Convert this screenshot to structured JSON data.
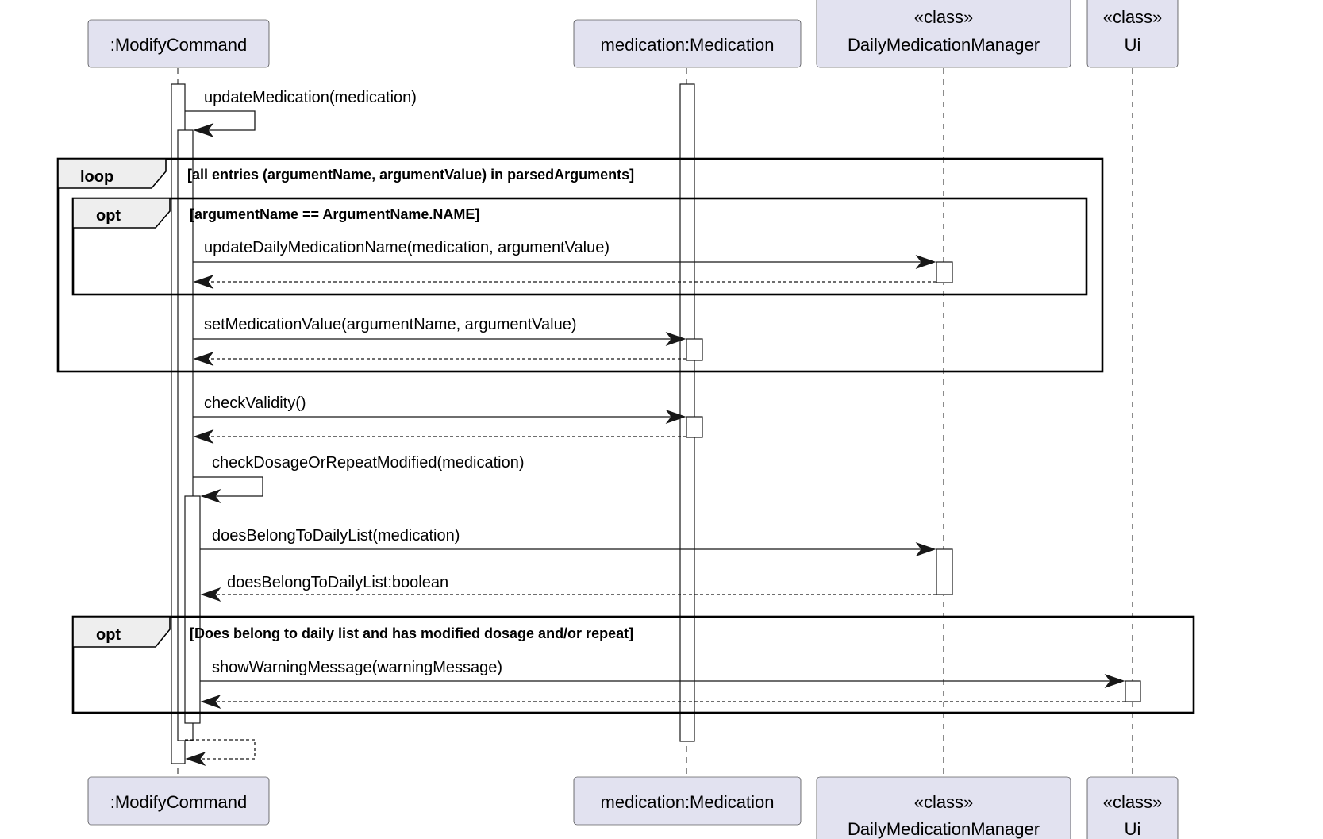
{
  "participants": [
    {
      "id": "modify",
      "lines": [
        ":ModifyCommand"
      ]
    },
    {
      "id": "medication",
      "lines": [
        "medication:Medication"
      ]
    },
    {
      "id": "manager",
      "lines": [
        "«class»",
        "DailyMedicationManager"
      ]
    },
    {
      "id": "ui",
      "lines": [
        "«class»",
        "Ui"
      ]
    }
  ],
  "messages": {
    "update_medication": "updateMedication(medication)",
    "update_daily_name": "updateDailyMedicationName(medication, argumentValue)",
    "set_medication_value": "setMedicationValue(argumentName, argumentValue)",
    "check_validity": "checkValidity()",
    "check_dosage_repeat": "checkDosageOrRepeatModified(medication)",
    "does_belong": "doesBelongToDailyList(medication)",
    "does_belong_return": "doesBelongToDailyList:boolean",
    "show_warning": "showWarningMessage(warningMessage)"
  },
  "frames": {
    "loop_label": "loop",
    "loop_guard": "[all entries (argumentName, argumentValue) in parsedArguments]",
    "opt_name_label": "opt",
    "opt_name_guard": "[argumentName == ArgumentName.NAME]",
    "opt_warning_label": "opt",
    "opt_warning_guard": "[Does belong to daily list and has modified dosage and/or repeat]"
  }
}
